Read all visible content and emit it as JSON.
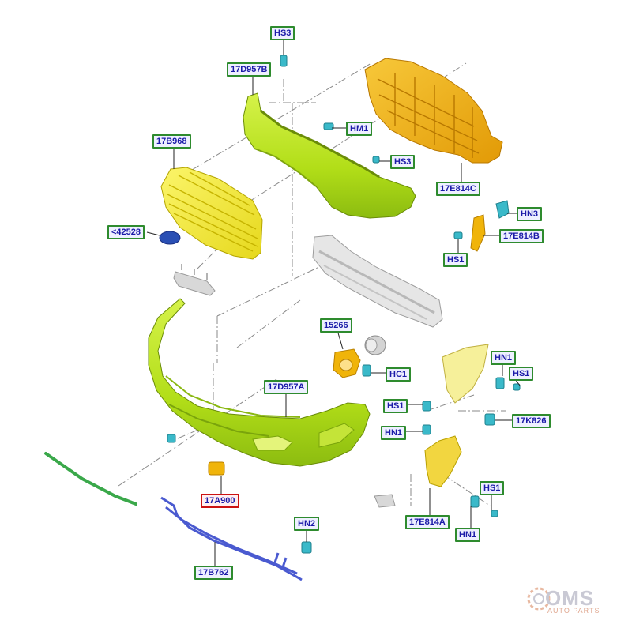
{
  "labels": {
    "hs3_top": "HS3",
    "d957b": "17D957B",
    "hm1": "HM1",
    "hs3_mid": "HS3",
    "b968": "17B968",
    "e814c": "17E814C",
    "hn3": "HN3",
    "e814b": "17E814B",
    "hs1_right": "HS1",
    "p42528": "<42528",
    "p15266": "15266",
    "hc1": "HC1",
    "hn1_right": "HN1",
    "hs1_right2": "HS1",
    "d957a": "17D957A",
    "hs1_mid": "HS1",
    "k826": "17K826",
    "hn1_mid": "HN1",
    "a900": "17A900",
    "hs1_low": "HS1",
    "e814a": "17E814A",
    "hn1_low": "HN1",
    "hn2": "HN2",
    "b762": "17B762"
  },
  "watermark": {
    "brand": "OMS",
    "sub": "AUTO PARTS"
  },
  "colors": {
    "bumper": "#b6e21c",
    "grille": "#f2ef2a",
    "bracket": "#f0b40a",
    "clip": "#3ab9c9",
    "strip": "#3aa84a",
    "reinforcement": "#4a5ad0",
    "label_border": "#2e8b2e",
    "label_highlight": "#cc1111",
    "label_text": "#1a1aa8"
  }
}
